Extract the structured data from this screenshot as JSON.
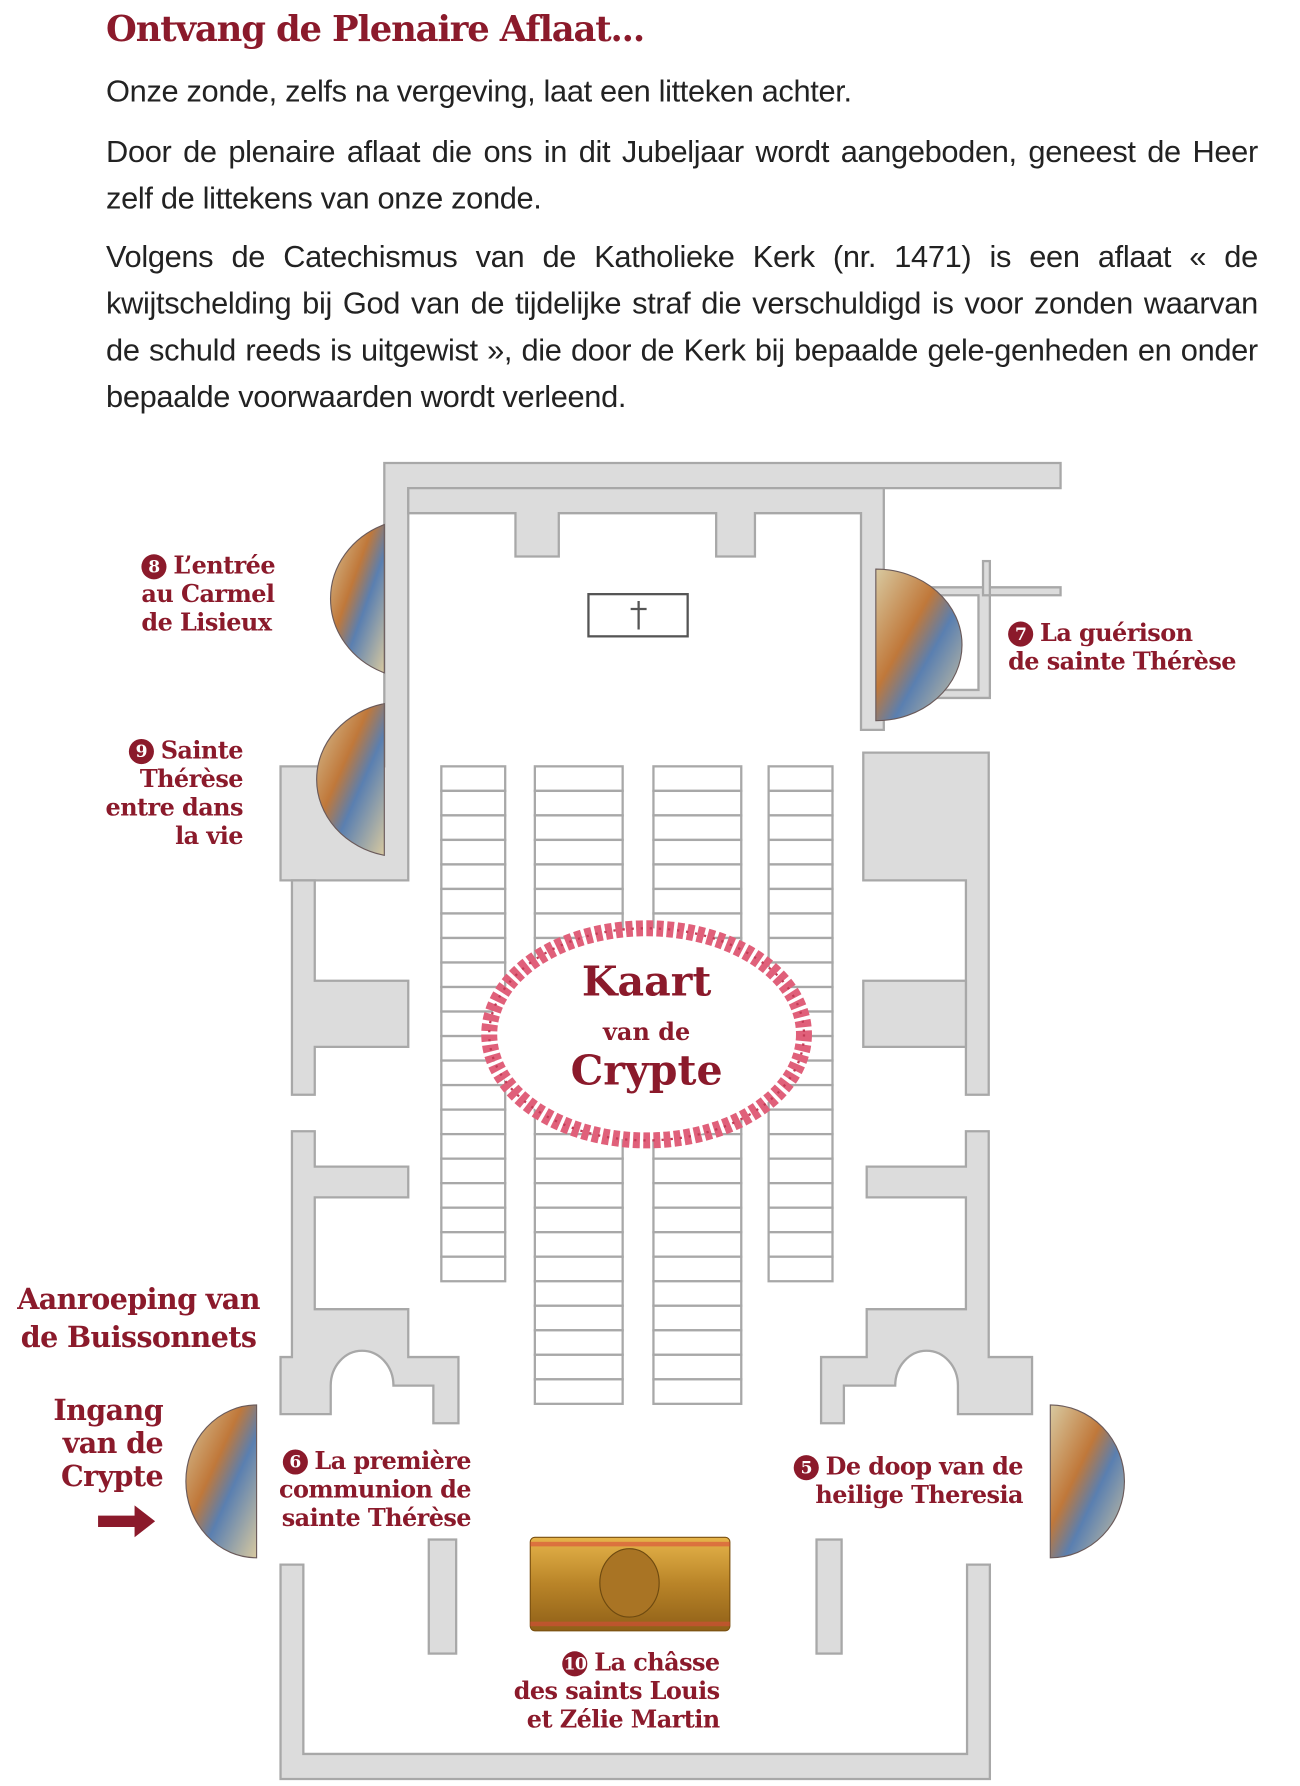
{
  "title": "Ontvang de Plenaire Aflaat...",
  "paragraphs": [
    "Onze zonde, zelfs na vergeving, laat een litteken achter.",
    "Door de plenaire aflaat die ons in dit Jubeljaar wordt aangeboden, geneest de Heer zelf de littekens van onze zonde.",
    "Volgens de Catechismus van de Katholieke Kerk (nr. 1471) is een aflaat « de kwijtschelding bij God van de tijdelijke straf die verschuldigd is voor zonden waarvan de schuld reeds is uitgewist », die door de Kerk bij bepaalde gele-genheden en onder bepaalde voorwaarden wordt verleend."
  ],
  "map": {
    "title_line1": "Kaart",
    "title_line2": "van de",
    "title_line3": "Crypte",
    "labels": [
      {
        "num": "8",
        "lines": [
          "L’entrée",
          "au Carmel",
          "de Lisieux"
        ]
      },
      {
        "num": "9",
        "lines": [
          "Sainte",
          "Thérèse",
          "entre dans",
          "la vie"
        ]
      },
      {
        "num": "7",
        "lines": [
          "La guérison",
          "de sainte Thérèse"
        ]
      },
      {
        "num": "6",
        "lines": [
          "La première",
          "communion de",
          "sainte Thérèse"
        ]
      },
      {
        "num": "5",
        "lines": [
          "De doop van de",
          "heilige Theresia"
        ]
      },
      {
        "num": "10",
        "lines": [
          "La châsse",
          "des saints Louis",
          "et Zélie Martin"
        ]
      }
    ],
    "invocation": [
      "Aanroeping van",
      "de Buissonnets"
    ],
    "entrance": [
      "Ingang",
      "van de",
      "Crypte"
    ]
  },
  "colors": {
    "accent": "#8b1a2b",
    "wall": "#dcdcdc",
    "wall_edge": "#a8a8a8",
    "rose": "#e0607a",
    "gold": "#c8962e"
  }
}
